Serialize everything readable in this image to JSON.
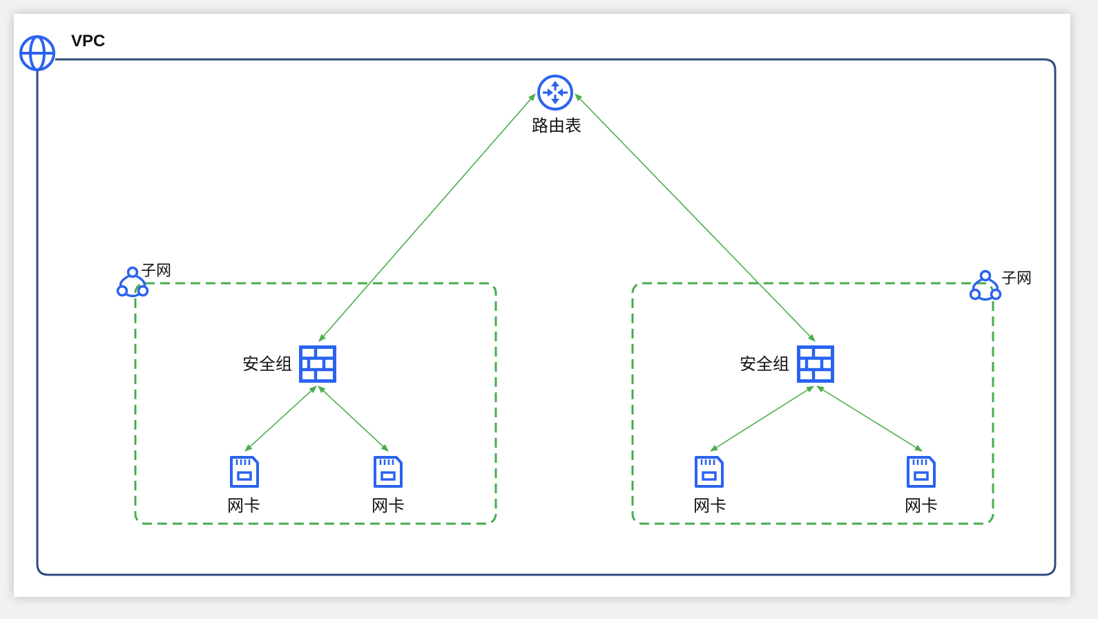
{
  "vpc": {
    "label": "VPC",
    "icon": "globe-icon"
  },
  "route_table": {
    "label": "路由表",
    "icon": "router-icon"
  },
  "subnets": [
    {
      "label": "子网",
      "icon": "subnet-icon",
      "security_group": {
        "label": "安全组",
        "icon": "firewall-icon"
      },
      "nics": [
        {
          "label": "网卡",
          "icon": "nic-icon"
        },
        {
          "label": "网卡",
          "icon": "nic-icon"
        }
      ]
    },
    {
      "label": "子网",
      "icon": "subnet-icon",
      "security_group": {
        "label": "安全组",
        "icon": "firewall-icon"
      },
      "nics": [
        {
          "label": "网卡",
          "icon": "nic-icon"
        },
        {
          "label": "网卡",
          "icon": "nic-icon"
        }
      ]
    }
  ],
  "colors": {
    "vpc_border": "#2f4b7c",
    "icon_blue": "#2b63f0",
    "subnet_dash": "#46ac4d",
    "link_green": "#4cae4c"
  }
}
